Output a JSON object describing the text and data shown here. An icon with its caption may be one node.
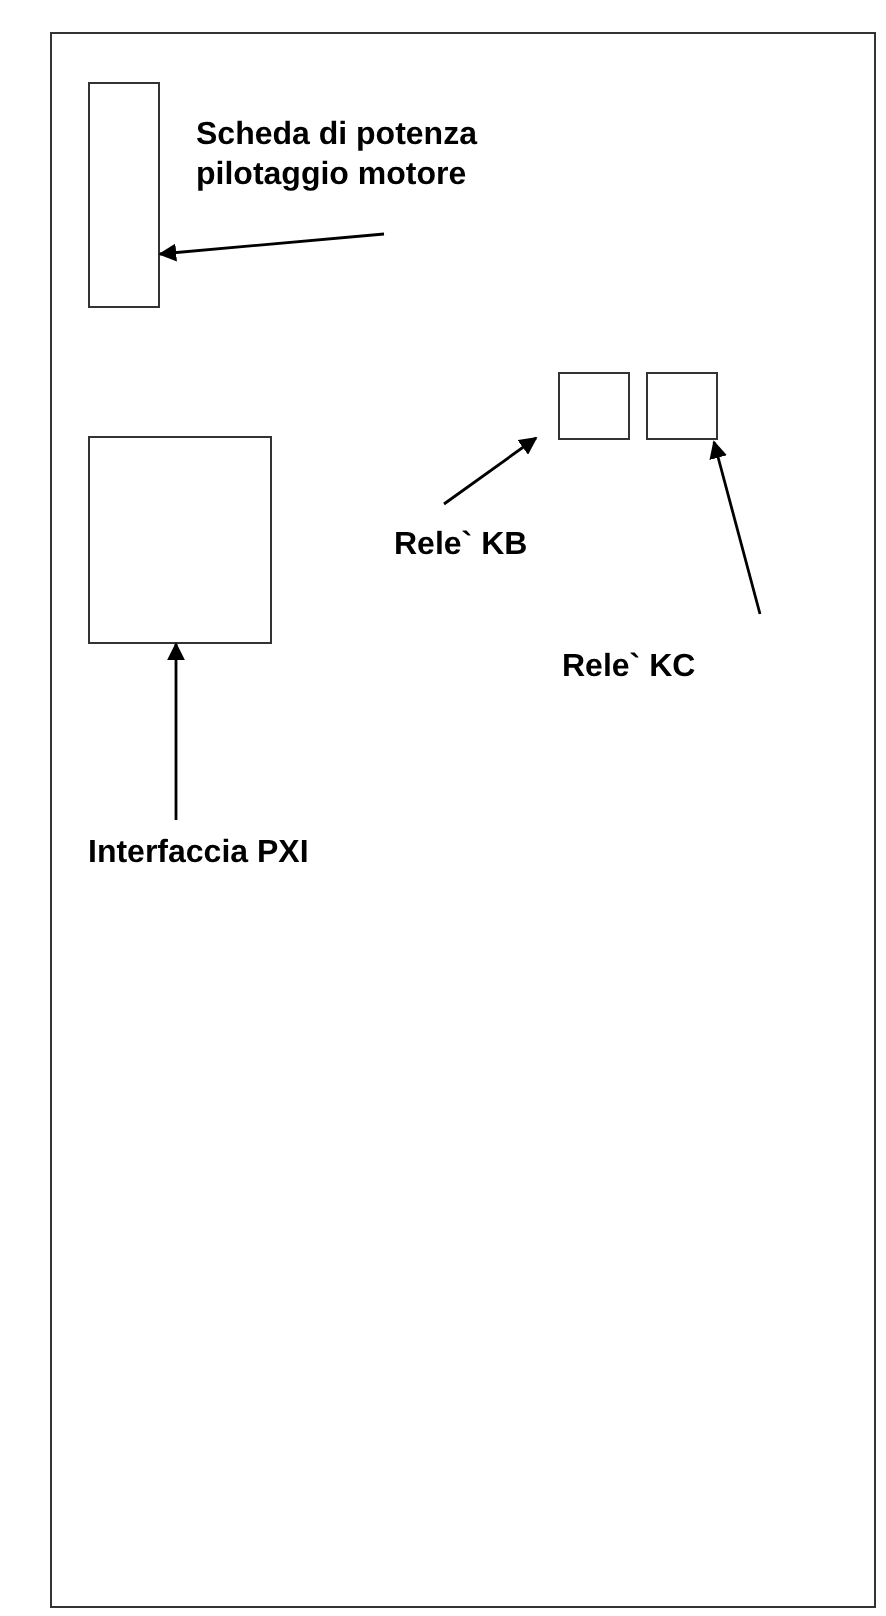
{
  "diagram": {
    "nodes": [
      {
        "text": [],
        "shape": "box"
      },
      {
        "text": [],
        "shape": "box",
        "in": 0
      },
      {
        "text": [
          "Scheda di potenza pilotaggio motore"
        ],
        "in": 0
      },
      {
        "text": [],
        "shape": "box",
        "in": 0
      },
      {
        "text": [
          "Interfaccia PXI"
        ],
        "in": 0
      },
      {
        "text": [],
        "shape": "box",
        "in": 0
      },
      {
        "text": [],
        "shape": "box",
        "in": 0
      },
      {
        "text": [
          "Rele` KB"
        ],
        "in": 0
      },
      {
        "text": [
          "Rele` KC"
        ],
        "in": 0
      }
    ],
    "edges": [
      {
        "from": 2,
        "to": 1,
        "arrow": "to"
      },
      {
        "from": 4,
        "to": 3,
        "arrow": "to"
      },
      {
        "from": 7,
        "to": 5,
        "arrow": "to"
      },
      {
        "from": 8,
        "to": 6,
        "arrow": "to"
      }
    ]
  }
}
